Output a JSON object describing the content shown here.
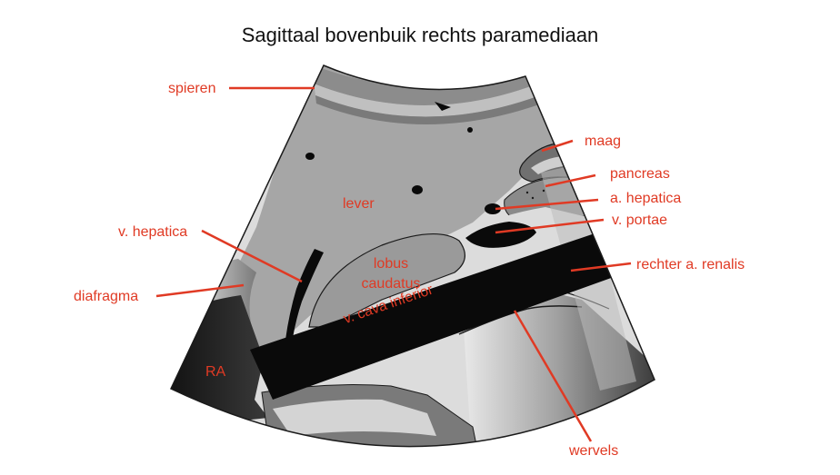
{
  "title": "Sagittaal bovenbuik rechts paramediaan",
  "labels": {
    "spieren": "spieren",
    "lever": "lever",
    "v_hepatica": "v. hepatica",
    "diafragma": "diafragma",
    "ra": "RA",
    "lobus": "lobus",
    "caudatus": "caudatus",
    "vci": "v. cava inferior",
    "maag": "maag",
    "pancreas": "pancreas",
    "a_hepatica": "a. hepatica",
    "v_portae": "v. portae",
    "a_renalis": "rechter a. renalis",
    "wervels": "wervels"
  },
  "colors": {
    "label": "#e03a24",
    "liver": "#a6a6a6",
    "dark_gray": "#6e6e6e",
    "light_gray": "#d9d9d9",
    "vessel": "#0a0a0a",
    "outline": "#1a1a1a"
  }
}
